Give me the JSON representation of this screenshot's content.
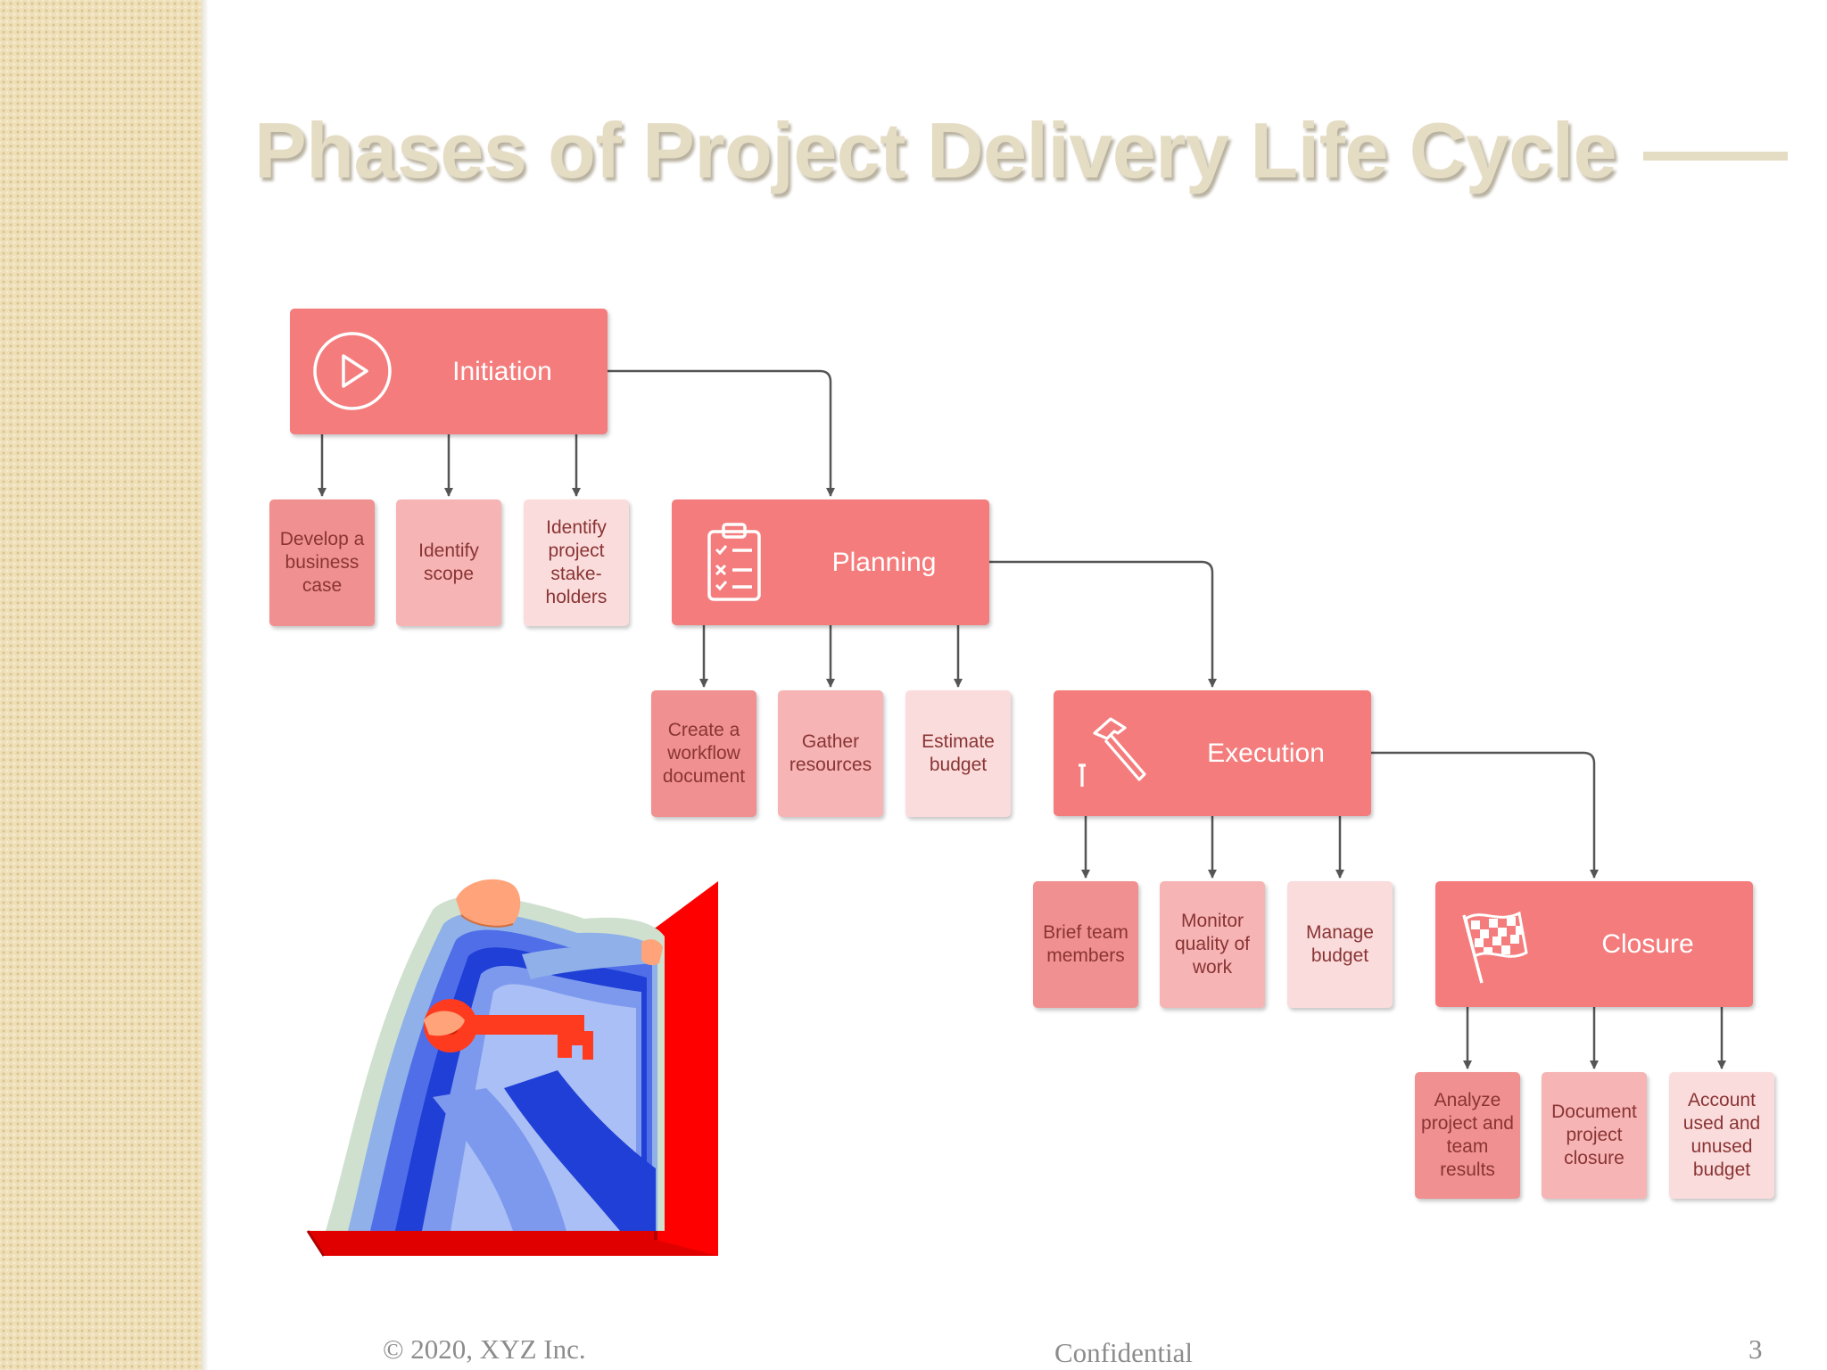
{
  "slide": {
    "title": "Phases of Project Delivery Life Cycle",
    "page_number": "3"
  },
  "footer": {
    "copyright": "© 2020, XYZ Inc.",
    "confidential": "Confidential"
  },
  "colors": {
    "phase": "#f47c7c",
    "task_dark": "#f19090",
    "task_medium": "#f6b4b4",
    "task_light": "#fbdcdc",
    "title": "#e5dcc4",
    "sidebar": "#eedfb9",
    "connector": "#555555"
  },
  "diagram": {
    "phases": [
      {
        "label": "Initiation",
        "icon": "play-icon",
        "tasks": [
          "Develop a business case",
          "Identify scope",
          "Identify project stake-holders"
        ]
      },
      {
        "label": "Planning",
        "icon": "clipboard-checklist-icon",
        "tasks": [
          "Create a workflow document",
          "Gather resources",
          "Estimate budget"
        ]
      },
      {
        "label": "Execution",
        "icon": "hammer-icon",
        "tasks": [
          "Brief team members",
          "Monitor quality of work",
          "Manage budget"
        ]
      },
      {
        "label": "Closure",
        "icon": "checkered-flag-icon",
        "tasks": [
          "Analyze project and team results",
          "Document project closure",
          "Account used and unused budget"
        ]
      }
    ]
  },
  "illustration": {
    "icon": "person-with-key-opening-door-icon"
  }
}
